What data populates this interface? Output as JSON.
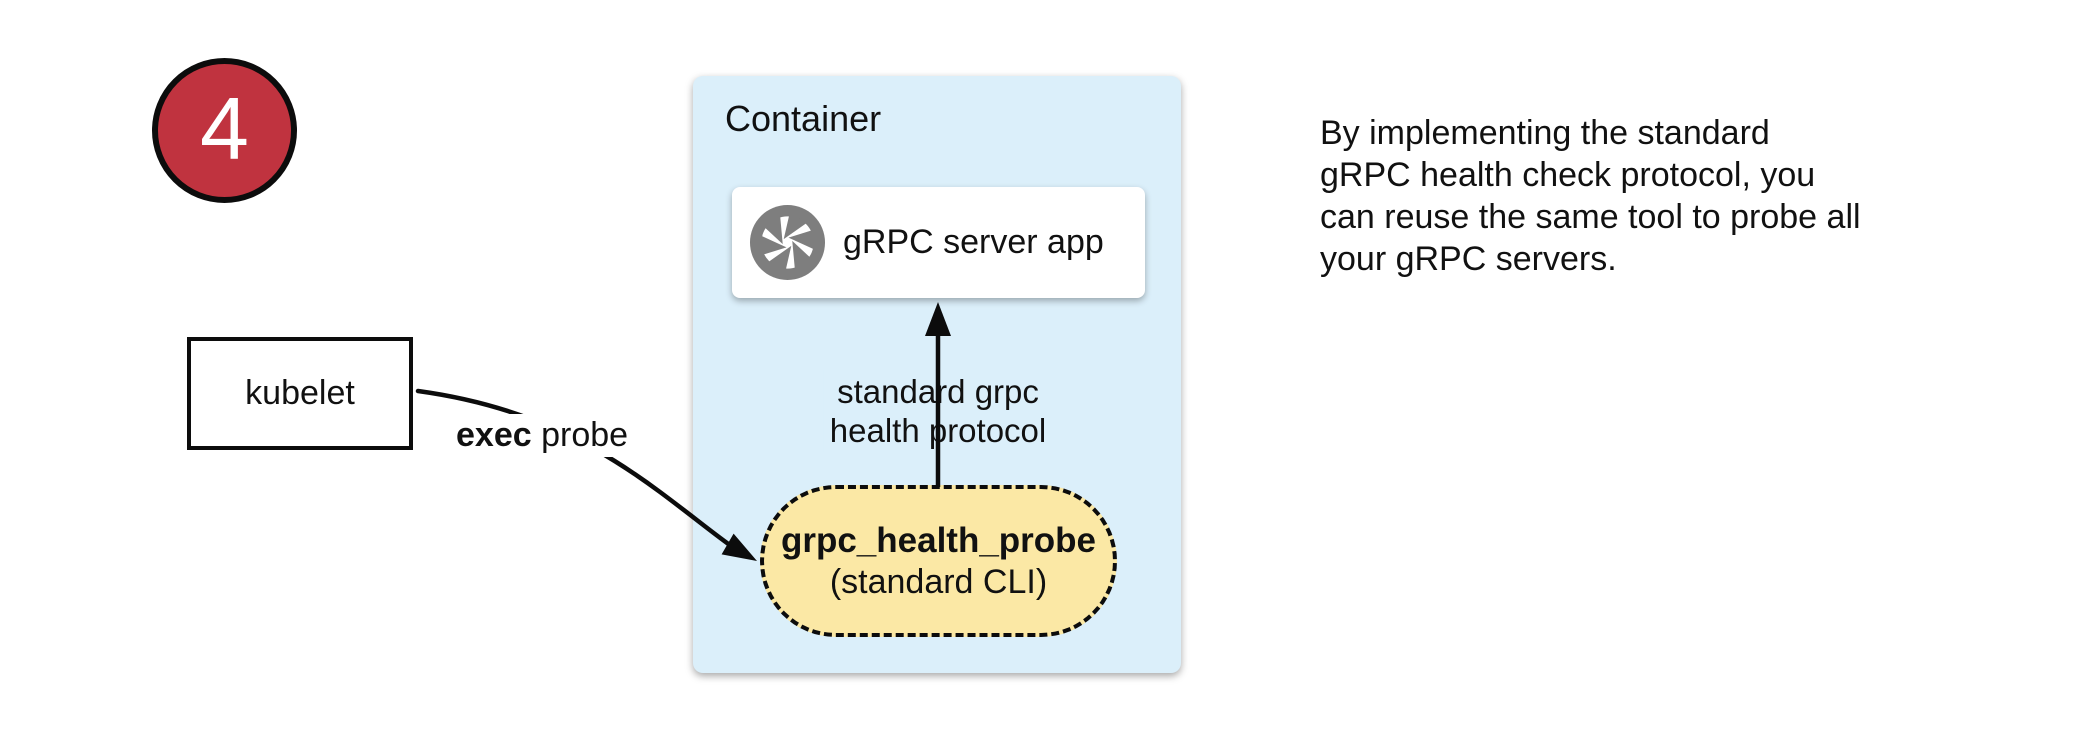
{
  "badge": {
    "number": "4"
  },
  "kubelet": {
    "label": "kubelet"
  },
  "probe_arrow": {
    "label_bold": "exec",
    "label_rest": " probe"
  },
  "container": {
    "title": "Container",
    "server_box": {
      "label": "gRPC server app",
      "icon": "aperture-icon"
    },
    "protocol_arrow": {
      "label_lines": [
        "standard grpc",
        "health protocol"
      ]
    },
    "health_probe": {
      "name": "grpc_health_probe",
      "subtitle": "(standard CLI)"
    }
  },
  "note": {
    "lines": [
      "By implementing the standard",
      "gRPC health check protocol, you",
      "can reuse the same tool to probe all",
      "your gRPC servers."
    ]
  },
  "colors": {
    "badge_red": "#c0333f",
    "container_blue": "#dbeffa",
    "probe_yellow": "#fbe8a5",
    "icon_gray": "#7e7e7e",
    "line_black": "#0c0c0c"
  }
}
